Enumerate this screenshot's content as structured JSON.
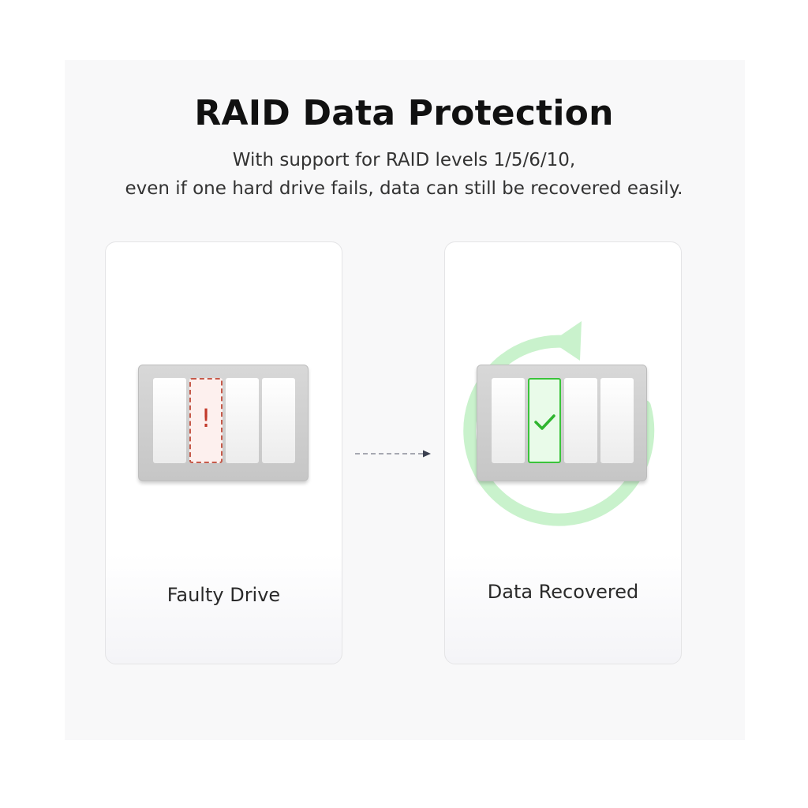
{
  "header": {
    "title": "RAID Data Protection",
    "subtitle_line1": "With support for RAID levels 1/5/6/10,",
    "subtitle_line2": "even if one hard drive fails, data can still be recovered easily."
  },
  "cards": [
    {
      "label": "Faulty Drive",
      "status_glyph": "!",
      "status_color": "#c2392a"
    },
    {
      "label": "Data Recovered",
      "status_icon": "checkmark-icon",
      "status_color": "#2fb52f",
      "recycle_icon": "circular-arrow-icon",
      "recycle_color": "#c9f2cc"
    }
  ],
  "transition_icon": "dashed-arrow-right-icon"
}
